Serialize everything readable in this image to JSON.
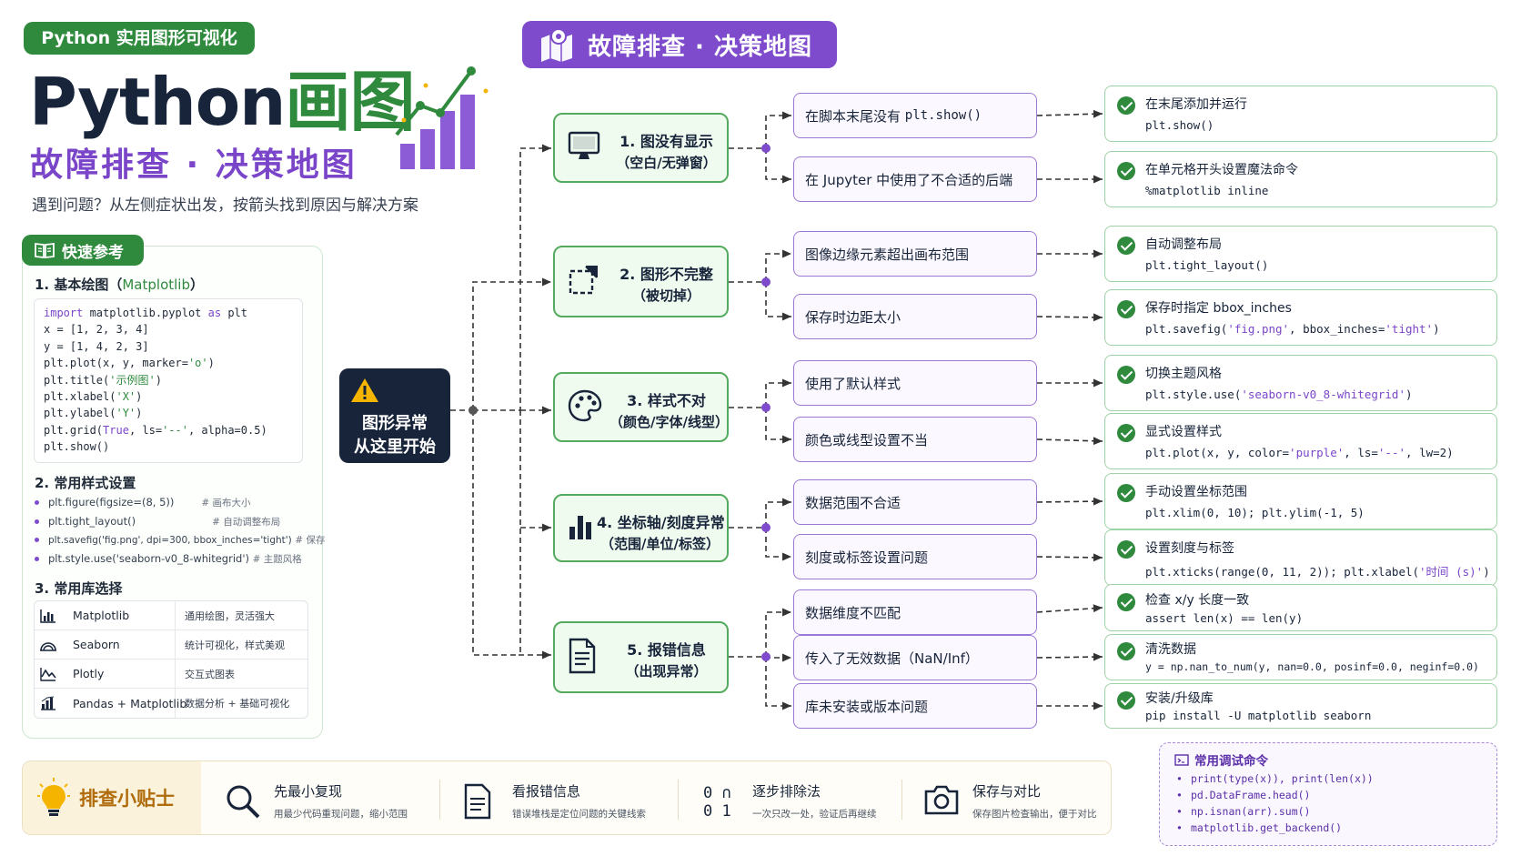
{
  "header": {
    "badge": "Python 实用图形可视化",
    "title_a": "Python",
    "title_b": "画图",
    "subtitle": "故障排查 · 决策地图",
    "description": "遇到问题？从左侧症状出发，按箭头找到原因与解决方案",
    "map_title": "故障排查 · 决策地图"
  },
  "quick_ref": {
    "title": "快速参考",
    "section1_title": "1. 基本绘图（",
    "section1_lib": "Matplotlib",
    "section1_close": "）",
    "code": [
      {
        "kw": "import",
        "rest": " matplotlib.pyplot ",
        "kw2": "as",
        "rest2": " plt"
      },
      {
        "text": "x = [1, 2, 3, 4]"
      },
      {
        "text": "y = [1, 4, 2, 3]"
      },
      {
        "pre": "plt.plot(x, y, marker=",
        "str": "'o'",
        "post": ")"
      },
      {
        "pre": "plt.title(",
        "str": "'示例图'",
        "post": ")"
      },
      {
        "pre": "plt.xlabel(",
        "str": "'X'",
        "post": ")"
      },
      {
        "pre": "plt.ylabel(",
        "str": "'Y'",
        "post": ")"
      },
      {
        "pre": "plt.grid(",
        "kwa": "True",
        "mid": ", ls=",
        "str": "'--'",
        "post": ", alpha=0.5)"
      },
      {
        "text": "plt.show()"
      }
    ],
    "section2_title": "2. 常用样式设置",
    "style_items": [
      {
        "code": "plt.figure(figsize=(8, 5))",
        "comment": "# 画布大小"
      },
      {
        "code": "plt.tight_layout()",
        "comment": "# 自动调整布局"
      },
      {
        "code": "plt.savefig('fig.png', dpi=300, bbox_inches='tight')",
        "comment": "# 保存"
      },
      {
        "code": "plt.style.use('seaborn-v0_8-whitegrid')",
        "comment": "# 主题风格"
      }
    ],
    "section3_title": "3. 常用库选择",
    "libs": [
      {
        "name": "Matplotlib",
        "desc": "通用绘图，灵活强大",
        "icon": "bar-chart-icon"
      },
      {
        "name": "Seaborn",
        "desc": "统计可视化，样式美观",
        "icon": "gauge-icon"
      },
      {
        "name": "Plotly",
        "desc": "交互式图表",
        "icon": "line-chart-icon"
      },
      {
        "name": "Pandas + Matplotlib",
        "desc": "数据分析 + 基础可视化",
        "icon": "column-chart-icon"
      }
    ]
  },
  "start": {
    "line1": "图形异常",
    "line2": "从这里开始",
    "icon": "warning-icon"
  },
  "symptoms": [
    {
      "l1": "1. 图没有显示",
      "l2": "（空白/无弹窗）",
      "icon": "monitor-icon"
    },
    {
      "l1": "2. 图形不完整",
      "l2": "（被切掉）",
      "icon": "crop-icon"
    },
    {
      "l1": "3. 样式不对",
      "l2": "（颜色/字体/线型）",
      "icon": "palette-icon"
    },
    {
      "l1": "4. 坐标轴/刻度异常",
      "l2": "（范围/单位/标签）",
      "icon": "bar-chart-icon"
    },
    {
      "l1": "5. 报错信息",
      "l2": "（出现异常）",
      "icon": "document-icon"
    }
  ],
  "causes": [
    {
      "pre": "在脚本末尾没有 ",
      "code": "plt.show()",
      "post": ""
    },
    {
      "pre": "在 Jupyter 中使用了不合适的后端",
      "code": "",
      "post": ""
    },
    {
      "pre": "图像边缘元素超出画布范围",
      "code": "",
      "post": ""
    },
    {
      "pre": "保存时边距太小",
      "code": "",
      "post": ""
    },
    {
      "pre": "使用了默认样式",
      "code": "",
      "post": ""
    },
    {
      "pre": "颜色或线型设置不当",
      "code": "",
      "post": ""
    },
    {
      "pre": "数据范围不合适",
      "code": "",
      "post": ""
    },
    {
      "pre": "刻度或标签设置问题",
      "code": "",
      "post": ""
    },
    {
      "pre": "数据维度不匹配",
      "code": "",
      "post": ""
    },
    {
      "pre": "传入了无效数据（NaN/Inf）",
      "code": "",
      "post": ""
    },
    {
      "pre": "库未安装或版本问题",
      "code": "",
      "post": ""
    }
  ],
  "solutions": [
    {
      "title": "在末尾添加并运行",
      "code": "plt.show()"
    },
    {
      "title": "在单元格开头设置魔法命令",
      "code": "%matplotlib inline"
    },
    {
      "title": "自动调整布局",
      "code": "plt.tight_layout()"
    },
    {
      "title": "保存时指定 bbox_inches",
      "code_pre": "plt.savefig(",
      "code_s1": "'fig.png'",
      "code_mid": ", bbox_inches=",
      "code_s2": "'tight'",
      "code_post": ")"
    },
    {
      "title": "切换主题风格",
      "code_pre": "plt.style.use(",
      "code_s1": "'seaborn-v0_8-whitegrid'",
      "code_post": ")"
    },
    {
      "title": "显式设置样式",
      "code_pre": "plt.plot(x, y, color=",
      "code_s1": "'purple'",
      "code_mid": ", ls=",
      "code_s2": "'--'",
      "code_post": ", lw=2)"
    },
    {
      "title": "手动设置坐标范围",
      "code": "plt.xlim(0, 10); plt.ylim(-1, 5)"
    },
    {
      "title": "设置刻度与标签",
      "code_pre": "plt.xticks(range(0, 11, 2)); plt.xlabel(",
      "code_s1": "'时间 (s)'",
      "code_post": ")"
    },
    {
      "title": "检查 x/y 长度一致",
      "code": "assert len(x) == len(y)"
    },
    {
      "title": "清洗数据",
      "code": "y = np.nan_to_num(y, nan=0.0, posinf=0.0, neginf=0.0)"
    },
    {
      "title": "安装/升级库",
      "code": "pip install -U matplotlib seaborn"
    }
  ],
  "tips": {
    "title": "排查小贴士",
    "items": [
      {
        "a": "先最小复现",
        "b": "用最少代码重现问题，缩小范围",
        "icon": "magnifier-icon"
      },
      {
        "a": "看报错信息",
        "b": "错误堆栈是定位问题的关键线索",
        "icon": "document-icon"
      },
      {
        "a": "逐步排除法",
        "b": "一次只改一处，验证后再继续",
        "icon": "binary-icon"
      },
      {
        "a": "保存与对比",
        "b": "保存图片检查输出，便于对比",
        "icon": "camera-icon"
      }
    ]
  },
  "debug": {
    "title": "常用调试命令",
    "items": [
      "print(type(x)), print(len(x))",
      "pd.DataFrame.head()",
      "np.isnan(arr).sum()",
      "matplotlib.get_backend()"
    ]
  },
  "colors": {
    "green": "#2f8a3e",
    "purple": "#7d4bcc",
    "navy": "#17243a",
    "amber": "#b06b0a"
  }
}
